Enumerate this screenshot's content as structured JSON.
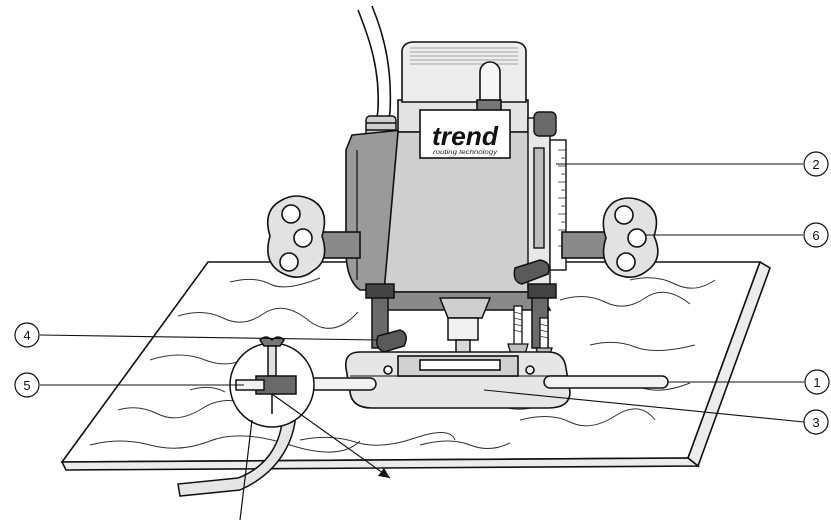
{
  "figure": {
    "brand": "trend",
    "tagline": "routing technology"
  },
  "callouts": [
    {
      "id": "1",
      "label": "1"
    },
    {
      "id": "2",
      "label": "2"
    },
    {
      "id": "3",
      "label": "3"
    },
    {
      "id": "4",
      "label": "4"
    },
    {
      "id": "5",
      "label": "5"
    },
    {
      "id": "6",
      "label": "6"
    }
  ],
  "colors": {
    "line": "#111111",
    "body_fill": "#dcdcdc",
    "dark_fill": "#5a5a5a",
    "light_fill": "#f2f2f2",
    "background": "#ffffff"
  }
}
